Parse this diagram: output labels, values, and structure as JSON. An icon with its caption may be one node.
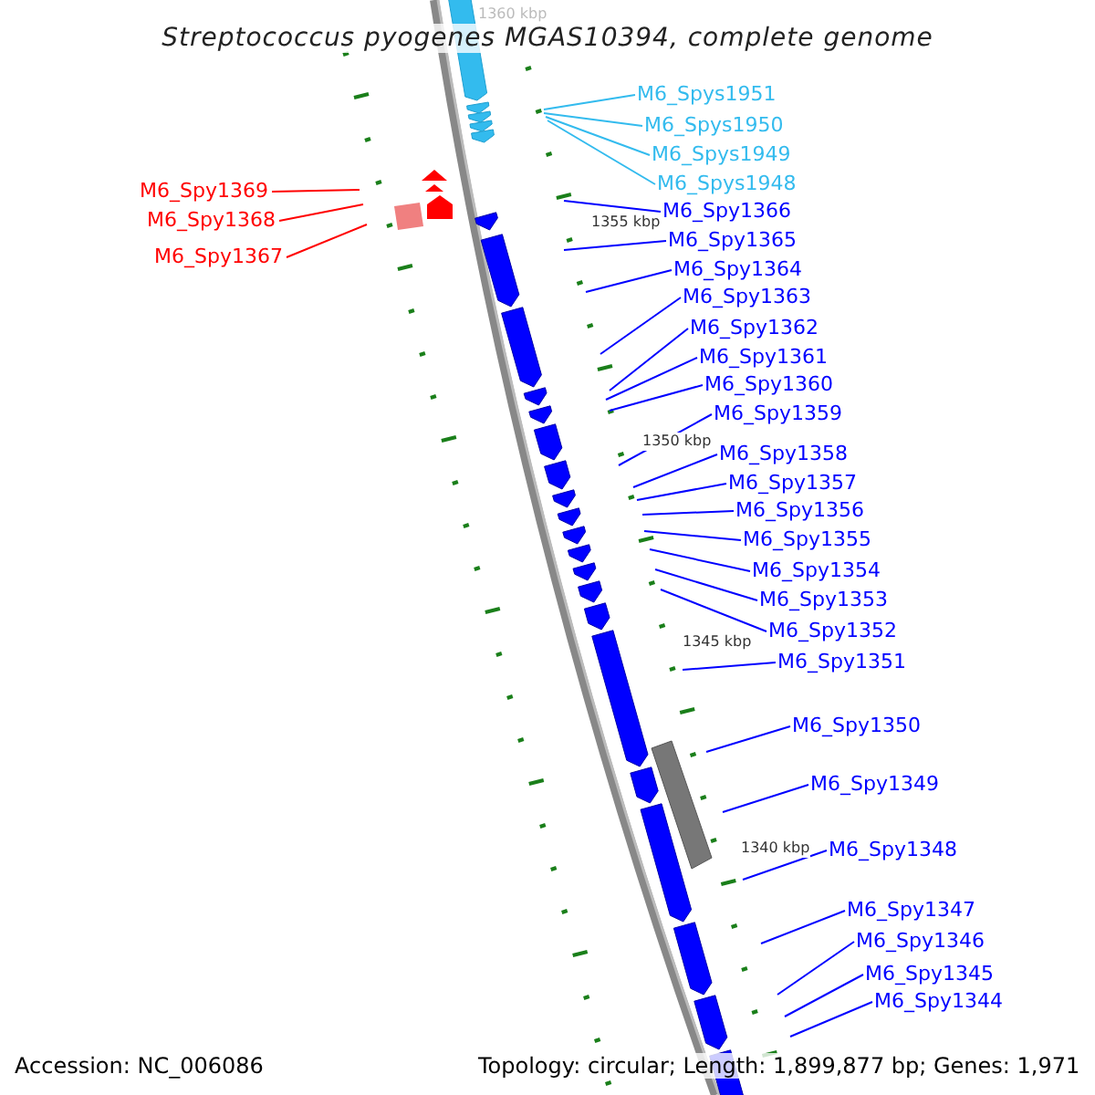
{
  "diagram": {
    "title": "Streptococcus pyogenes MGAS10394, complete genome",
    "nodes": [
      {
        "text": [
          "M6_Spys1951"
        ]
      },
      {
        "text": [
          "M6_Spys1950"
        ]
      },
      {
        "text": [
          "M6_Spys1949"
        ]
      },
      {
        "text": [
          "M6_Spys1948"
        ]
      },
      {
        "text": [
          "M6_Spy1369"
        ]
      },
      {
        "text": [
          "M6_Spy1368"
        ]
      },
      {
        "text": [
          "M6_Spy1367"
        ]
      },
      {
        "text": [
          "M6_Spy1366"
        ]
      },
      {
        "text": [
          "M6_Spy1365"
        ]
      },
      {
        "text": [
          "M6_Spy1364"
        ]
      },
      {
        "text": [
          "M6_Spy1363"
        ]
      },
      {
        "text": [
          "M6_Spy1362"
        ]
      },
      {
        "text": [
          "M6_Spy1361"
        ]
      },
      {
        "text": [
          "M6_Spy1360"
        ]
      },
      {
        "text": [
          "M6_Spy1359"
        ]
      },
      {
        "text": [
          "M6_Spy1358"
        ]
      },
      {
        "text": [
          "M6_Spy1357"
        ]
      },
      {
        "text": [
          "M6_Spy1356"
        ]
      },
      {
        "text": [
          "M6_Spy1355"
        ]
      },
      {
        "text": [
          "M6_Spy1354"
        ]
      },
      {
        "text": [
          "M6_Spy1353"
        ]
      },
      {
        "text": [
          "M6_Spy1352"
        ]
      },
      {
        "text": [
          "M6_Spy1351"
        ]
      },
      {
        "text": [
          "M6_Spy1350"
        ]
      },
      {
        "text": [
          "M6_Spy1349"
        ]
      },
      {
        "text": [
          "M6_Spy1348"
        ]
      },
      {
        "text": [
          "M6_Spy1347"
        ]
      },
      {
        "text": [
          "M6_Spy1346"
        ]
      },
      {
        "text": [
          "M6_Spy1345"
        ]
      },
      {
        "text": [
          "M6_Spy1344"
        ]
      }
    ],
    "edges": [
      {
        "from": 0,
        "to": null,
        "arrow": "none",
        "color": "#33bbee"
      },
      {
        "from": 1,
        "to": null,
        "arrow": "none",
        "color": "#33bbee"
      },
      {
        "from": 2,
        "to": null,
        "arrow": "none",
        "color": "#33bbee"
      },
      {
        "from": 3,
        "to": null,
        "arrow": "none",
        "color": "#33bbee"
      },
      {
        "from": 4,
        "to": null,
        "arrow": "none",
        "color": "#ff0000"
      },
      {
        "from": 5,
        "to": null,
        "arrow": "none",
        "color": "#ff0000"
      },
      {
        "from": 6,
        "to": null,
        "arrow": "none",
        "color": "#ff0000"
      },
      {
        "from": 7,
        "to": null,
        "arrow": "none"
      },
      {
        "from": 8,
        "to": null,
        "arrow": "none"
      },
      {
        "from": 9,
        "to": null,
        "arrow": "none"
      },
      {
        "from": 10,
        "to": null,
        "arrow": "none"
      },
      {
        "from": 11,
        "to": null,
        "arrow": "none"
      },
      {
        "from": 12,
        "to": null,
        "arrow": "none"
      },
      {
        "from": 13,
        "to": null,
        "arrow": "none"
      },
      {
        "from": 14,
        "to": null,
        "arrow": "none"
      },
      {
        "from": 15,
        "to": null,
        "arrow": "none"
      },
      {
        "from": 16,
        "to": null,
        "arrow": "none"
      },
      {
        "from": 17,
        "to": null,
        "arrow": "none"
      },
      {
        "from": 18,
        "to": null,
        "arrow": "none"
      },
      {
        "from": 19,
        "to": null,
        "arrow": "none"
      },
      {
        "from": 20,
        "to": null,
        "arrow": "none"
      },
      {
        "from": 21,
        "to": null,
        "arrow": "none"
      },
      {
        "from": 22,
        "to": null,
        "arrow": "none"
      },
      {
        "from": 23,
        "to": null,
        "arrow": "none"
      },
      {
        "from": 24,
        "to": null,
        "arrow": "none"
      },
      {
        "from": 25,
        "to": null,
        "arrow": "none"
      },
      {
        "from": 26,
        "to": null,
        "arrow": "none"
      },
      {
        "from": 27,
        "to": null,
        "arrow": "none"
      },
      {
        "from": 28,
        "to": null,
        "arrow": "none"
      },
      {
        "from": 29,
        "to": null,
        "arrow": "none"
      }
    ],
    "labels": [
      "1360 kbp",
      "1355 kbp",
      "1350 kbp",
      "1345 kbp",
      "1340 kbp",
      "Accession: NC_006086",
      "Topology: circular; Length: 1,899,877 bp; Genes: 1,971"
    ]
  }
}
